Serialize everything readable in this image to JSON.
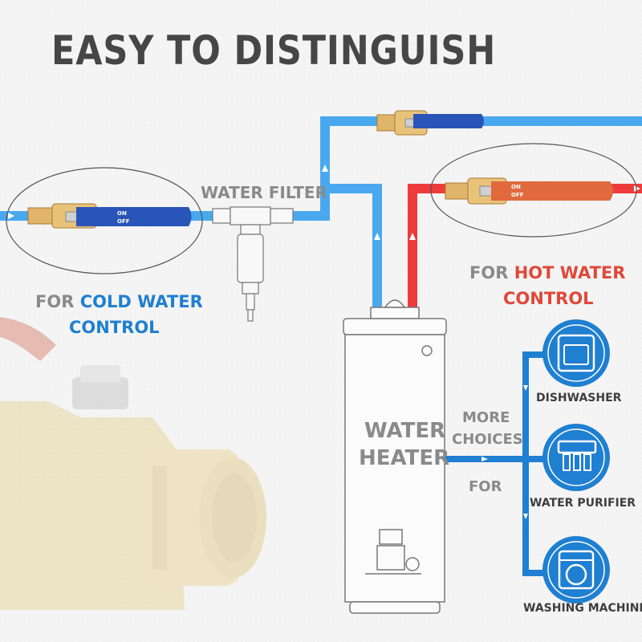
{
  "title": "EASY TO DISTINGUISH",
  "water_filter_label": "WATER FILTER",
  "cold": {
    "prefix": "FOR",
    "highlight": "COLD WATER",
    "line2": "CONTROL"
  },
  "hot": {
    "prefix": "FOR",
    "highlight": "HOT WATER",
    "line2": "CONTROL"
  },
  "heater": {
    "line1": "WATER",
    "line2": "HEATER"
  },
  "more_choices": {
    "line1": "MORE",
    "line2": "CHOICES",
    "line3": "FOR"
  },
  "appliances": [
    {
      "label": "DISHWASHER",
      "icon": "dishwasher-icon"
    },
    {
      "label": "WATER PURIFIER",
      "icon": "water-purifier-icon"
    },
    {
      "label": "WASHING MACHINE",
      "icon": "washing-machine-icon"
    }
  ],
  "valve_print": {
    "on": "ON",
    "off": "OFF"
  },
  "colors": {
    "blue": "#1f7fd1",
    "light_blue": "#4aa8ef",
    "red": "#ee3b3b",
    "valve_blue": "#2a55b8",
    "valve_red": "#e06a3e",
    "brass": "#e0b46a"
  }
}
